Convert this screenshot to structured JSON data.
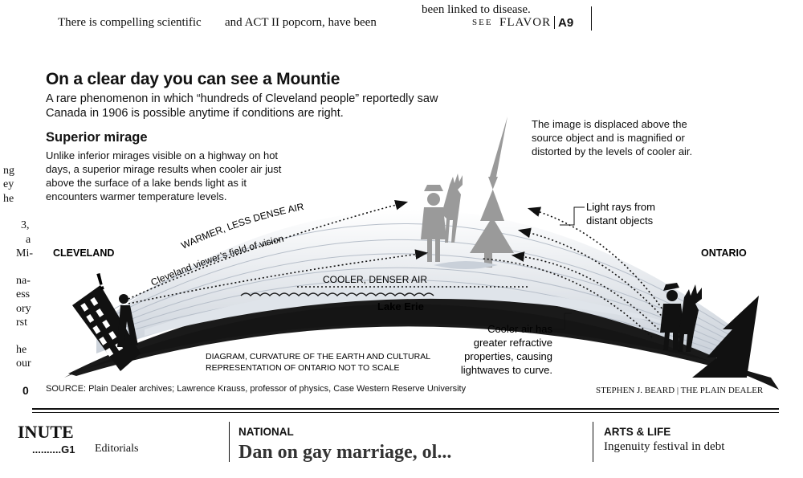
{
  "top_snippets": {
    "col1": "There is compelling scientific",
    "col2": "and ACT II popcorn, have been",
    "col3": "been linked to disease.",
    "see": "SEE",
    "flavor": "FLAVOR",
    "page_ref": "A9"
  },
  "side_snippets": [
    "ng",
    "ey",
    "he",
    "3,",
    "a",
    "Mi-",
    "na-",
    "ess",
    "ory",
    "rst",
    "he",
    "our",
    "0"
  ],
  "headline": "On a clear day you can see a Mountie",
  "dek": "A rare phenomenon in which “hundreds of Cleveland people” reportedly saw Canada in 1906 is possible anytime if conditions are right.",
  "subhead": "Superior mirage",
  "subtext": "Unlike inferior mirages visible on a highway on hot days, a superior mirage results when cooler air just above the surface of a lake bends light as it encounters warmer temperature levels.",
  "image_note": "The image is displaced above the source object and is magnified or distorted by the levels of cooler air.",
  "light_rays": [
    "Light rays from",
    "distant objects"
  ],
  "cooler_note": [
    "Cooler air has",
    "greater refractive",
    "properties, causing",
    "lightwaves to curve."
  ],
  "warm_label": "WARMER, LESS DENSE AIR",
  "view_label": "Cleveland viewer’s field of vision",
  "cool_label": "COOLER, DENSER AIR",
  "lake_label": "Lake Erie",
  "cleveland": "CLEVELAND",
  "ontario": "ONTARIO",
  "exclaim": "!",
  "scale_note": [
    "DIAGRAM, CURVATURE OF THE EARTH AND CULTURAL",
    "REPRESENTATION OF ONTARIO NOT TO SCALE"
  ],
  "source": "SOURCE: Plain Dealer archives; Lawrence Krauss, professor of physics, Case Western Reserve University",
  "credit": "STEPHEN J. BEARD | THE PLAIN DEALER",
  "bottom": {
    "minute": "INUTE",
    "g1": "..........G1",
    "editorials": "Editorials",
    "national": "NATIONAL",
    "arts": "ARTS & LIFE",
    "arts_text": "Ingenuity festival in debt",
    "national_head": "Dan on gay marriage, ol..."
  },
  "colors": {
    "ink": "#111111",
    "ground": "#1a1a1a",
    "air_dark": "#c9d0d9",
    "air_light": "#eef1f5",
    "mirage_grey": "#9a9a9a"
  }
}
